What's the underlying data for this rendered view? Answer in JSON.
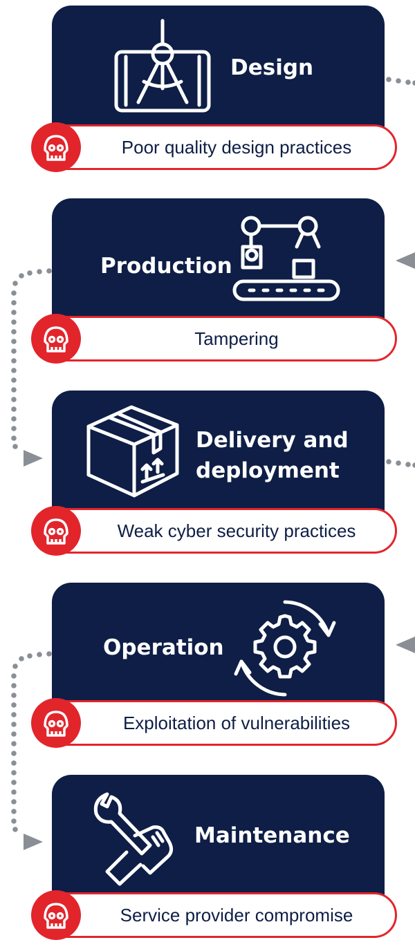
{
  "stages": [
    {
      "title": "Design",
      "icon": "blueprint-compass-icon",
      "risk": "Poor quality design practices",
      "risk_icon": "skull-icon"
    },
    {
      "title": "Production",
      "icon": "robot-arm-conveyor-icon",
      "risk": "Tampering",
      "risk_icon": "skull-icon"
    },
    {
      "title_line1": "Delivery and",
      "title_line2": "deployment",
      "icon": "package-box-icon",
      "risk": "Weak cyber security practices",
      "risk_icon": "skull-icon"
    },
    {
      "title": "Operation",
      "icon": "gear-cycle-icon",
      "risk": "Exploitation of vulnerabilities",
      "risk_icon": "skull-icon"
    },
    {
      "title": "Maintenance",
      "icon": "wrench-hand-icon",
      "risk": "Service provider compromise",
      "risk_icon": "skull-icon"
    }
  ],
  "colors": {
    "navy": "#0e1e46",
    "red": "#e2252b",
    "connector": "#8a8f96"
  }
}
